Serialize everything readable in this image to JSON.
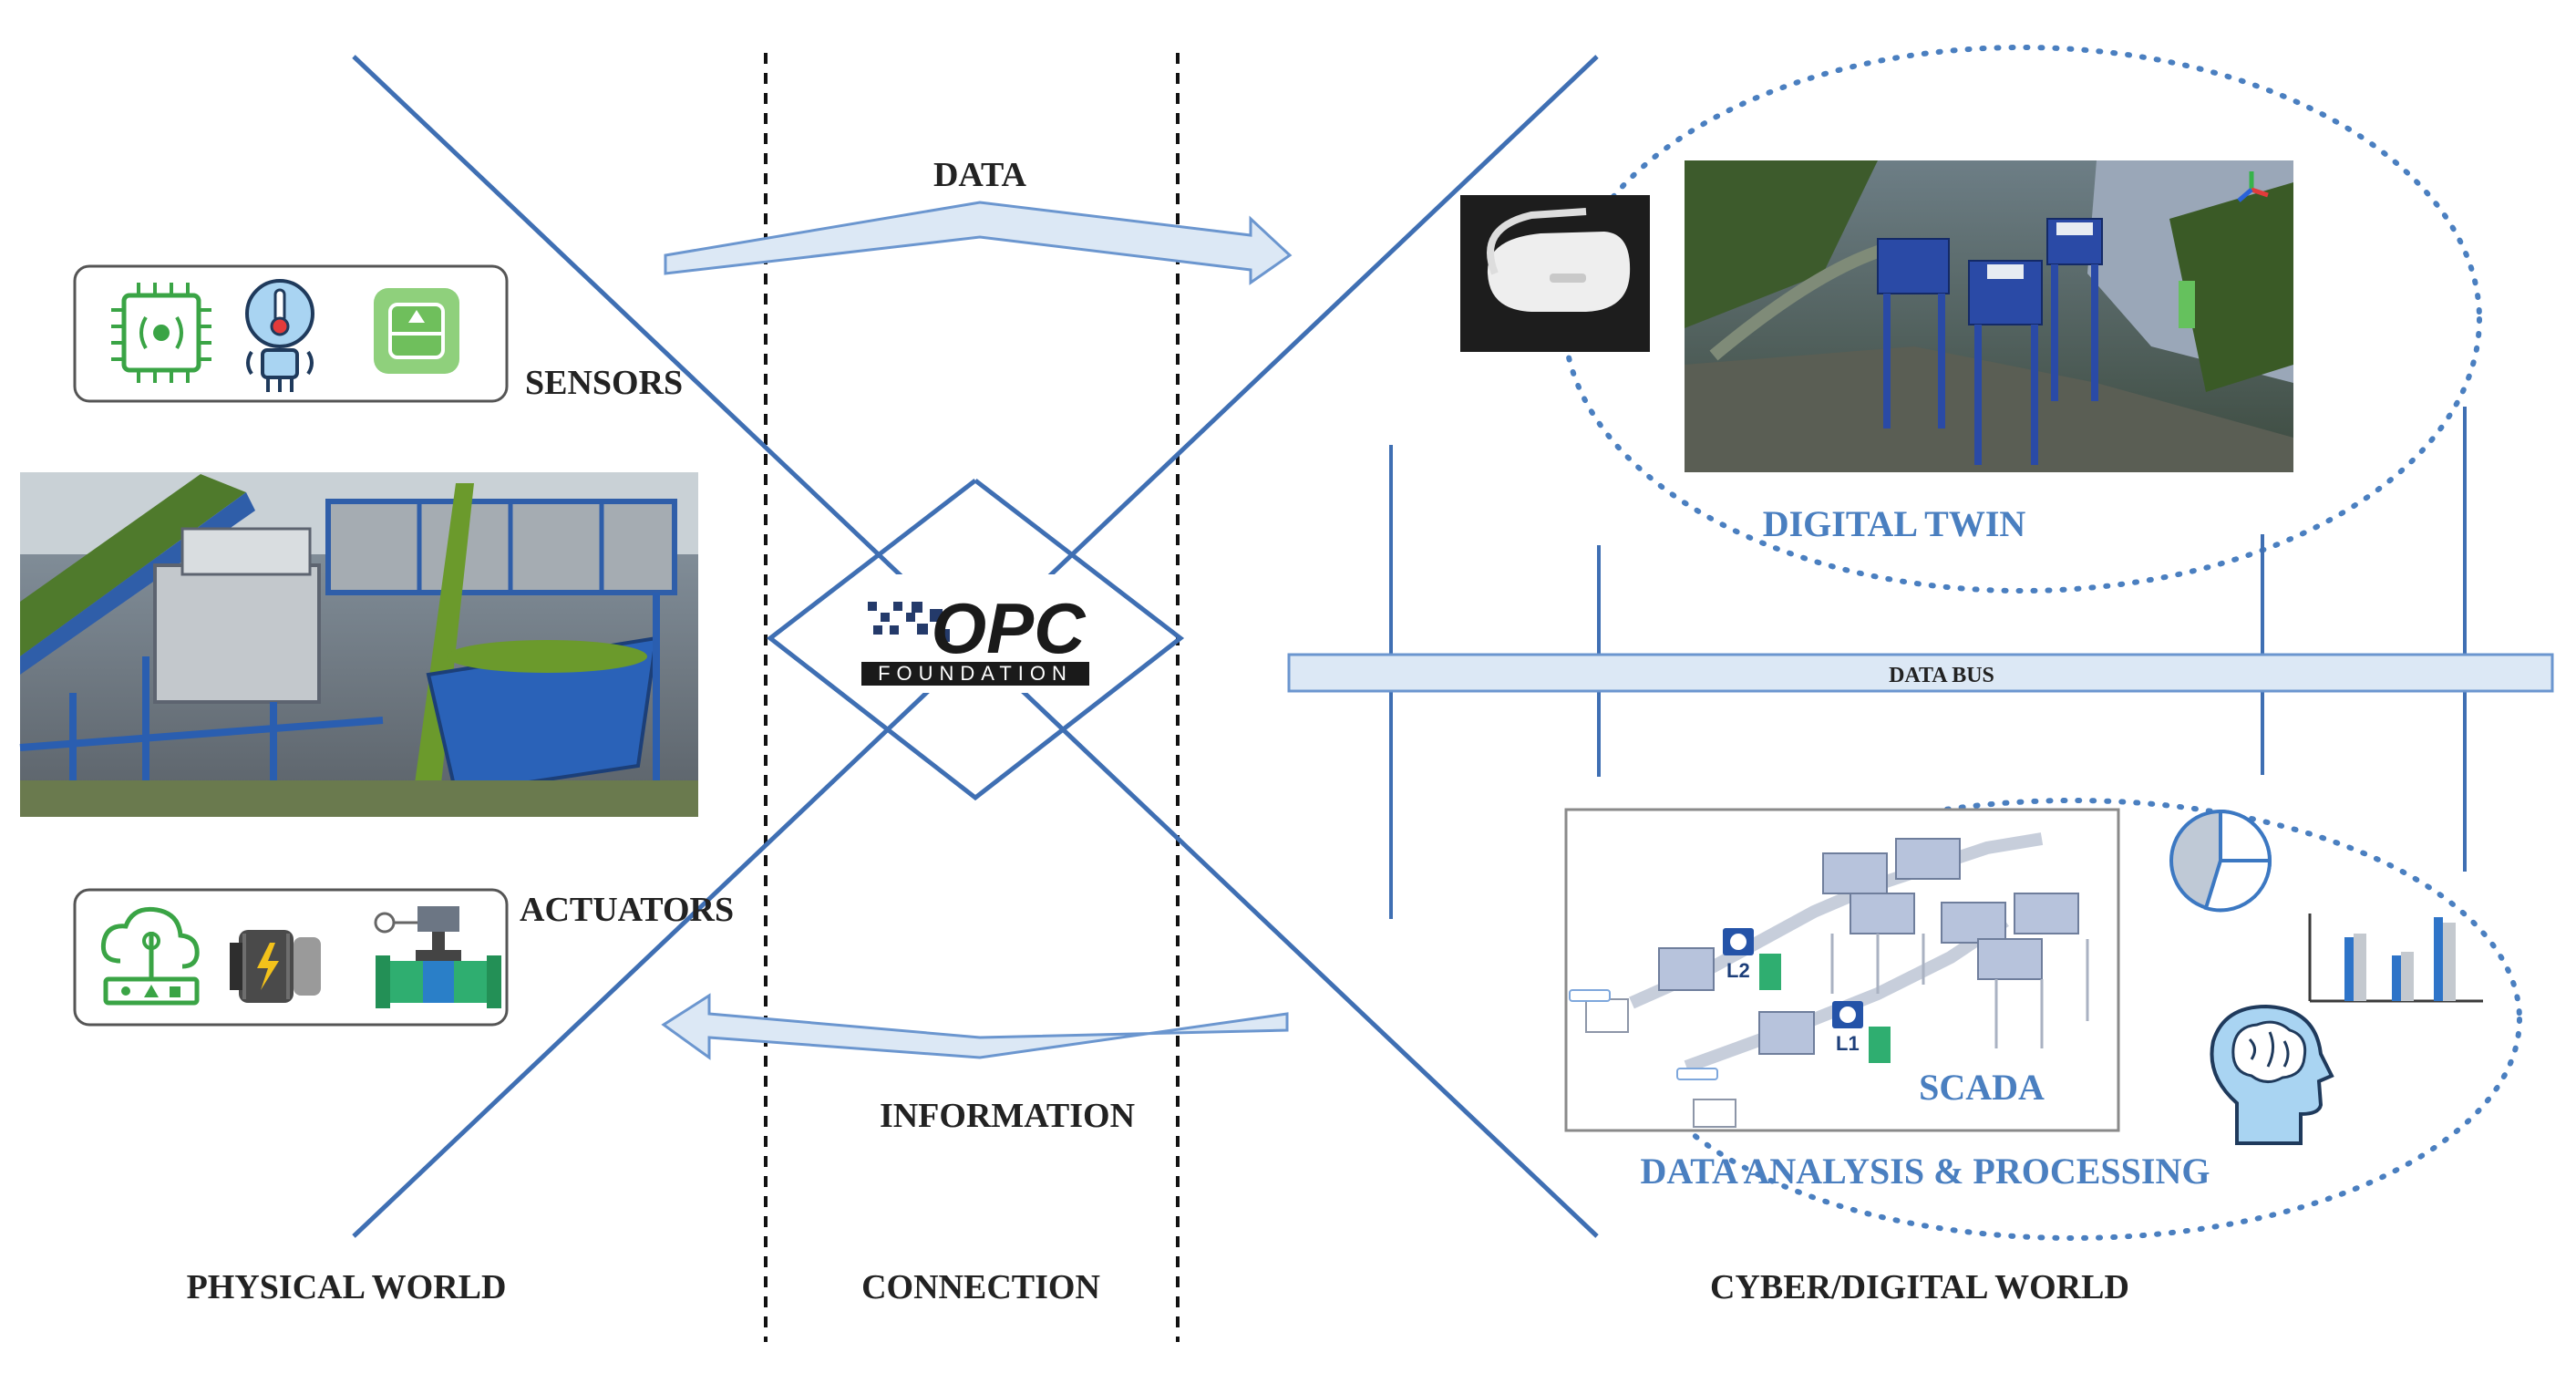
{
  "labels": {
    "data_arrow": "DATA",
    "information_arrow": "INFORMATION",
    "sensors": "SENSORS",
    "actuators": "ACTUATORS",
    "digital_twin": "DIGITAL TWIN",
    "data_bus": "DATA BUS",
    "scada": "SCADA",
    "data_analysis": "DATA ANALYSIS & PROCESSING",
    "physical_world": "PHYSICAL WORLD",
    "connection": "CONNECTION",
    "cyber_world": "CYBER/DIGITAL WORLD"
  },
  "opc": {
    "logo_text": "OPC",
    "sub_text": "FOUNDATION"
  },
  "scada_tags": {
    "line2": "L2",
    "line1": "L1"
  },
  "icons": {
    "sensors": [
      "processor-chip-icon",
      "temperature-sensor-icon",
      "tank-level-icon"
    ],
    "actuators": [
      "cloud-control-icon",
      "electric-motor-icon",
      "control-valve-icon"
    ],
    "analysis": [
      "pie-chart-icon",
      "bar-chart-icon",
      "brain-head-icon"
    ],
    "twin": [
      "vr-headset-icon"
    ]
  },
  "colors": {
    "line_blue": "#3f6fb3",
    "arrow_fill": "#dce8f5",
    "arrow_stroke": "#6b96cf",
    "label_blue": "#4a7fc0",
    "icon_green": "#3aa445",
    "text_dark": "#222222"
  }
}
